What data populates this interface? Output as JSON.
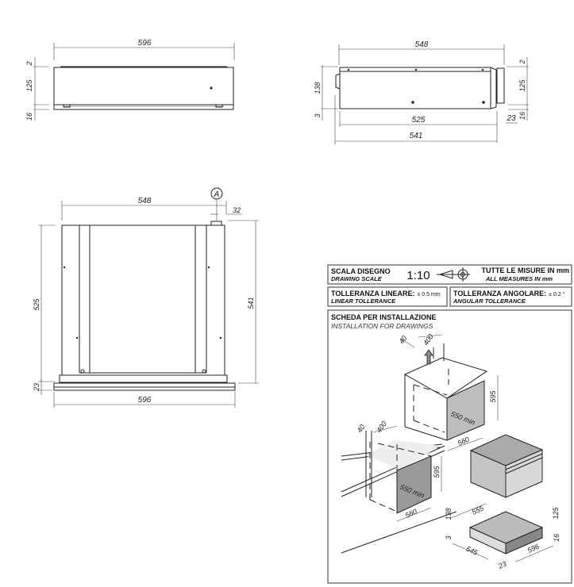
{
  "front_view": {
    "width": "596",
    "top_gap": "2",
    "height": "125",
    "bottom": "16"
  },
  "side_view": {
    "depth_top": "548",
    "height_total": "138",
    "bottom_gap": "3",
    "depth_body": "525",
    "depth_total": "541",
    "top_gap": "2",
    "height": "125",
    "front_height": "16",
    "front_depth": "23"
  },
  "top_view": {
    "width_body": "548",
    "detail_label": "A",
    "offset": "32",
    "depth_body": "525",
    "depth_total": "541",
    "width_front": "596",
    "front_depth": "23"
  },
  "title_block": {
    "scale_label": "SCALA DISEGNO",
    "scale_label_en": "DRAWING SCALE",
    "scale_value": "1:10",
    "projection_icon": "first-angle-projection-symbol",
    "units_label": "TUTTE LE MISURE IN mm",
    "units_label_en": "ALL MEASURES IN mm",
    "linear_tol_label": "TOLLERANZA LINEARE:",
    "linear_tol_value": "± 0.5 mm",
    "linear_tol_label_en": "LINEAR TOLLERANCE",
    "angular_tol_label": "TOLLERANZA ANGOLARE:",
    "angular_tol_value": "± 0.2 °",
    "angular_tol_label_en": "ANGULAR TOLLERANCE",
    "install_title": "SCHEDA PER INSTALLAZIONE",
    "install_title_en": "INSTALLATION FOR DRAWINGS"
  },
  "installation": {
    "upper": {
      "gap": "40",
      "vent": "400",
      "height": "595",
      "depth_min": "550 min",
      "width": "560"
    },
    "lower": {
      "gap": "40",
      "vent": "400",
      "height": "595",
      "depth_min": "550 min",
      "width": "560"
    },
    "drawer": {
      "height_total": "138",
      "width_body": "555",
      "height": "125",
      "gap": "3",
      "front": "16",
      "depth": "545",
      "width_front": "596",
      "front_depth": "23"
    }
  }
}
